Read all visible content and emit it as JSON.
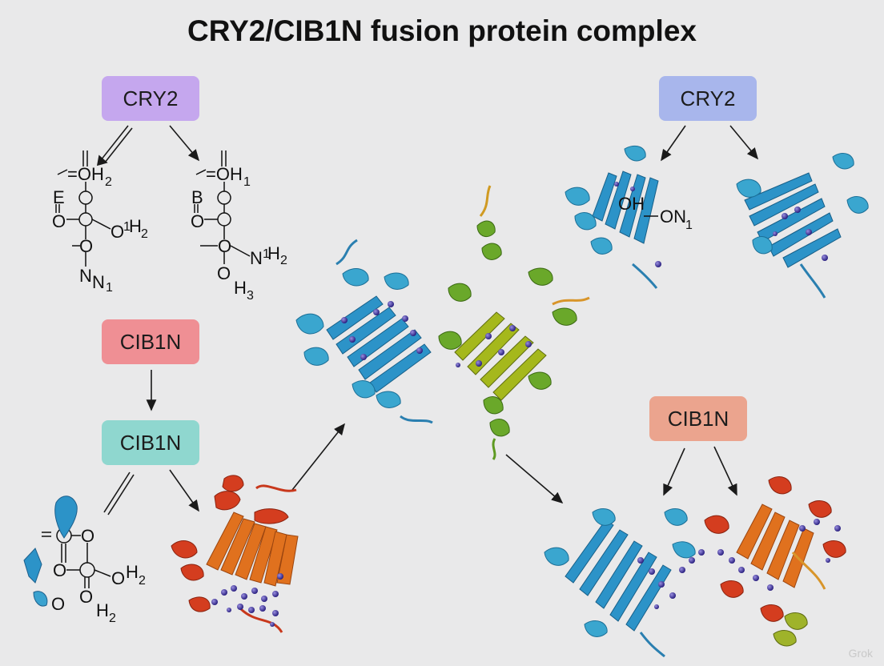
{
  "title": "CRY2/CIB1N fusion protein complex",
  "boxes": {
    "cry2_left": {
      "label": "CRY2",
      "color": "#c5a7ee"
    },
    "cry2_right": {
      "label": "CRY2",
      "color": "#a8b6ec"
    },
    "cib1n_red": {
      "label": "CIB1N",
      "color": "#ef8f94"
    },
    "cib1n_teal": {
      "label": "CIB1N",
      "color": "#8fd7cf"
    },
    "cib1n_right": {
      "label": "CIB1N",
      "color": "#eba48e"
    }
  },
  "chem_a": {
    "l1_main": "=OH",
    "l1_sub": "2",
    "l2": "E",
    "l3": "O",
    "l4_main": "O",
    "l4_sub": "1",
    "l4b": "H",
    "l4c": "2",
    "l5_main": "N",
    "l5b": "N",
    "l5_sub": "1"
  },
  "chem_b": {
    "l1_main": "=OH",
    "l1_sub": "1",
    "l2": "B",
    "l3": "O",
    "l4": "N",
    "l4_sub": "1",
    "l4b": "H",
    "l4c": "2",
    "l5": "O",
    "l6": "H",
    "l6_sub": "3"
  },
  "chem_c": {
    "l1": "O",
    "l2": "O",
    "l3": "O",
    "l4": "H",
    "l4_sub": "2",
    "l5": "O",
    "l6": "H",
    "l6_sub": "2",
    "l7": "O"
  },
  "chem_d": {
    "l1": "OH",
    "l2": "ON",
    "l2_sub": "1"
  },
  "watermark": "Grok",
  "colors": {
    "blue_ribbon": "#2c93c8",
    "orange_ribbon": "#e0711e",
    "red_ribbon": "#d43d1f",
    "green_ribbon": "#6aa82a",
    "arrow": "#1a1a1a"
  }
}
